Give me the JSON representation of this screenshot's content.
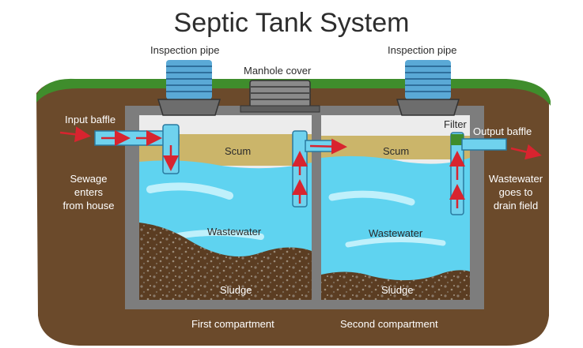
{
  "title": "Septic Tank System",
  "labels": {
    "inspection_pipe_left": "Inspection pipe",
    "manhole_cover": "Manhole cover",
    "inspection_pipe_right": "Inspection pipe",
    "input_baffle": "Input baffle",
    "filter": "Filter",
    "output_baffle": "Output baffle",
    "scum_left": "Scum",
    "scum_right": "Scum",
    "wastewater_left": "Wastewater",
    "wastewater_right": "Wastewater",
    "sludge_left": "Sludge",
    "sludge_right": "Sludge",
    "sewage_enters": [
      "Sewage",
      "enters",
      "from house"
    ],
    "wastewater_goes": [
      "Wastewater",
      "goes to",
      "drain field"
    ],
    "first_compartment": "First compartment",
    "second_compartment": "Second compartment"
  },
  "colors": {
    "soil": "#6b4a2b",
    "grass": "#3f8d2c",
    "tank_wall": "#7d7d7d",
    "air": "#ececec",
    "scum": "#cbb56a",
    "water": "#5fd3f0",
    "sludge": "#5b3d22",
    "pipe": "#6fd2ee",
    "arrow": "#d8242f"
  }
}
